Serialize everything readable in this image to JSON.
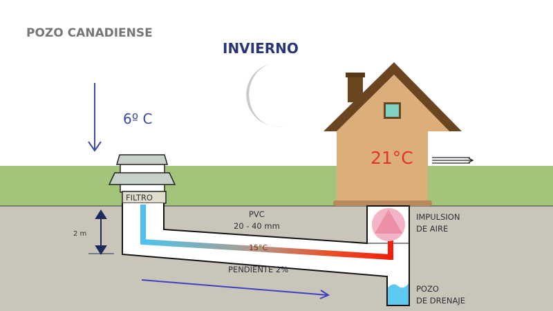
{
  "title": "POZO CANADIENSE",
  "season": "INVIERNO",
  "outdoor_temperature": "6º C",
  "indoor_temperature": "21°C",
  "filter_label": "FILTRO",
  "pipe": {
    "material": "PVC",
    "diameter": "20 - 40 mm",
    "temperature": "15°C",
    "slope": "PENDIENTE 2%"
  },
  "depth_label": "2 m",
  "air_impulsion": {
    "line1": "IMPULSION",
    "line2": "DE AIRE"
  },
  "drain_well": {
    "line1": "POZO",
    "line2": "DE DRENAJE"
  },
  "colors": {
    "sky": "#ffffff",
    "grass": "#a3c47a",
    "ground": "#c9c6b9",
    "navy": "#2a3577",
    "arrow": "#3d3fc0",
    "cold": "#4cc3ee",
    "hot": "#f0200c",
    "house": "#dcae79",
    "roof": "#6b4520"
  }
}
